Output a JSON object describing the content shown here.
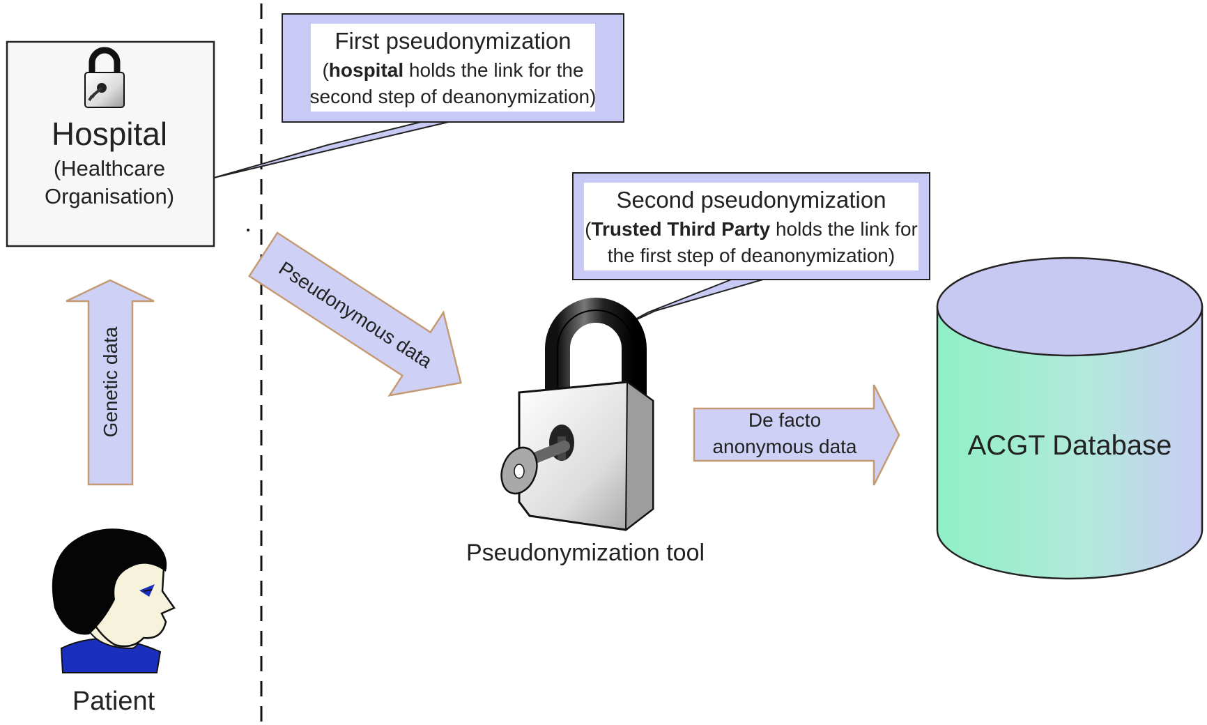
{
  "hospital": {
    "title": "Hospital",
    "subtitle_line1": "(Healthcare",
    "subtitle_line2": "Organisation)"
  },
  "callout_first": {
    "title": "First pseudonymization",
    "line1_open": "(",
    "line1_bold": "hospital",
    "line1_rest": " holds the link for the",
    "line2": "second step of deanonymization)"
  },
  "callout_second": {
    "title": "Second pseudonymization",
    "line1_open": "(",
    "line1_bold": "Trusted Third Party",
    "line1_rest": " holds the link for",
    "line2": "the first step of deanonymization)"
  },
  "arrows": {
    "genetic": "Genetic data",
    "pseudonymous": "Pseudonymous data",
    "defacto_line1": "De facto",
    "defacto_line2": "anonymous data"
  },
  "tool": {
    "label": "Pseudonymization tool"
  },
  "database": {
    "label": "ACGT Database"
  },
  "patient": {
    "label": "Patient"
  },
  "colors": {
    "arrow_fill": "#cfd0f6",
    "arrow_stroke": "#c49a72",
    "callout_fill": "#c8c9f4",
    "db_top": "#c8c9f2",
    "db_body_start": "#8ff0c6",
    "db_body_end": "#c9ccf4"
  },
  "icons": [
    "padlock-icon",
    "padlock-large-icon",
    "patient-face-icon"
  ]
}
